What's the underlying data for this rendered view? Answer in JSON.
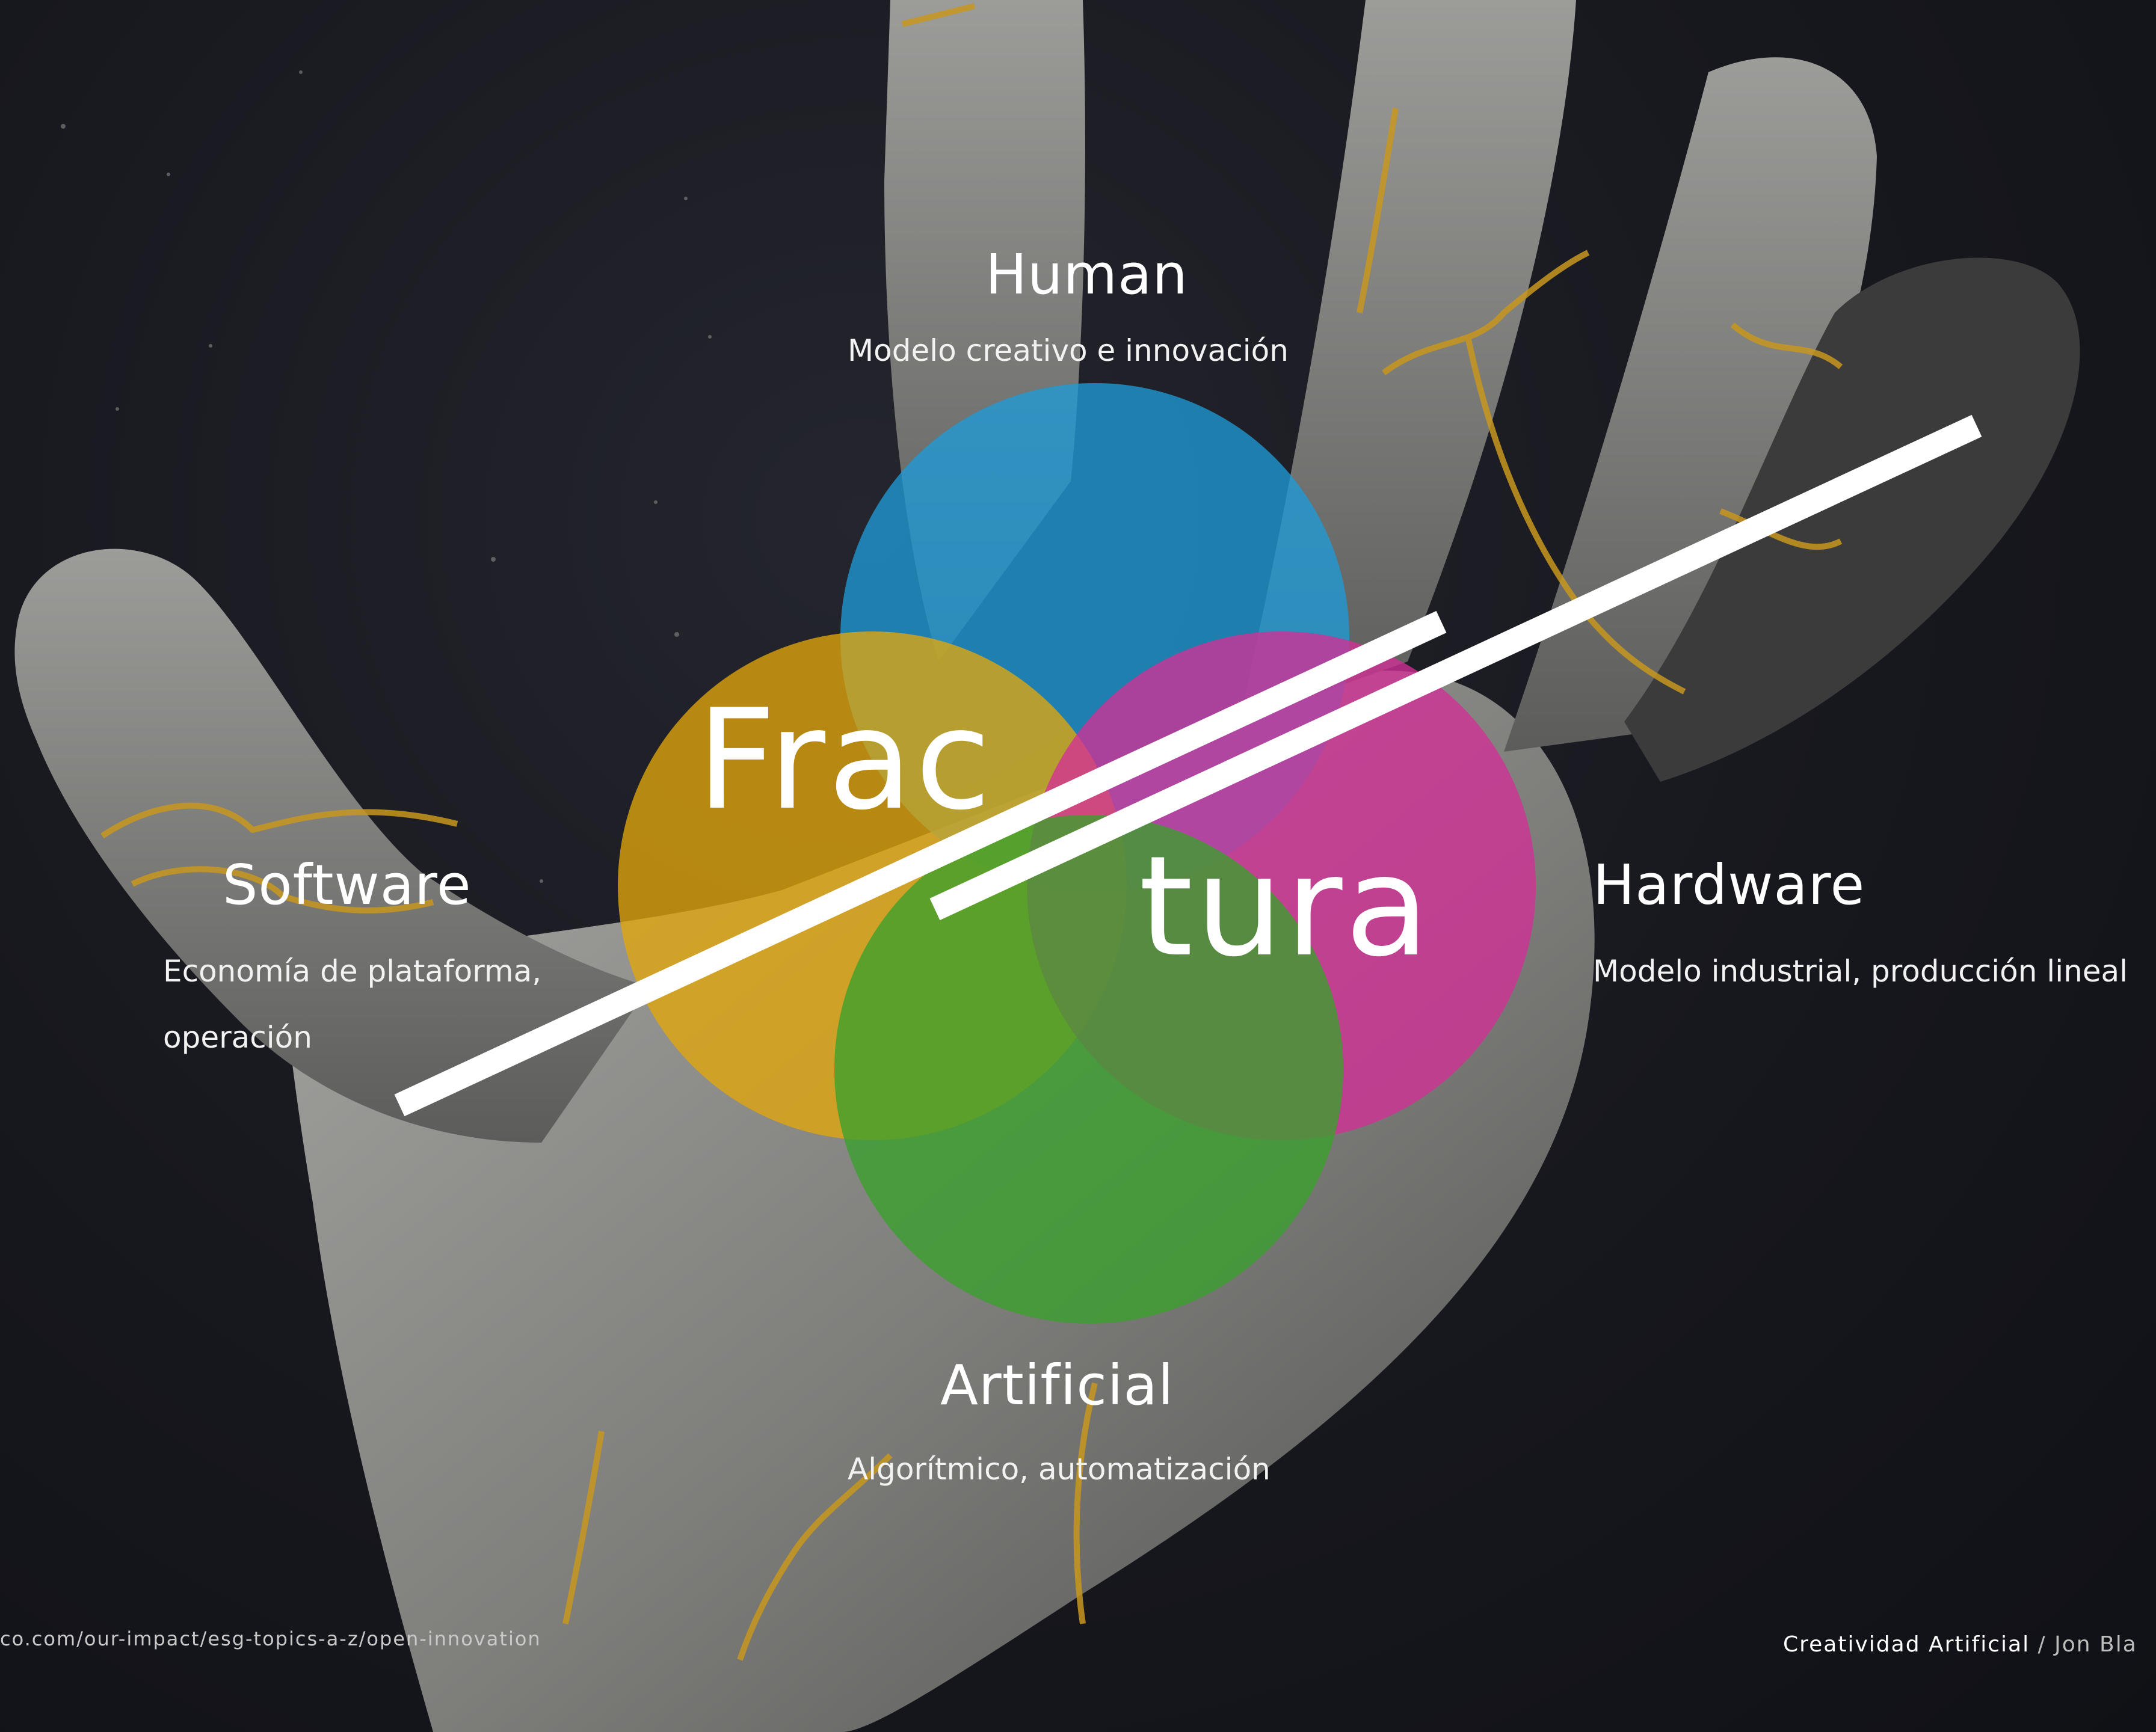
{
  "title": {
    "part1": "Frac",
    "part2": "tura"
  },
  "quadrants": {
    "human": {
      "heading": "Human",
      "description": "Modelo creativo e innovación",
      "color": "#1f9ad6"
    },
    "software": {
      "heading": "Software",
      "description_lines": [
        "Economía de plataforma,",
        "operación"
      ],
      "color": "#e2a70c"
    },
    "hardware": {
      "heading": "Hardware",
      "description": "Modelo industrial, producción lineal",
      "color": "#d22f96"
    },
    "artificial": {
      "heading": "Artificial",
      "description": "Algorítmico, automatización",
      "color": "#3aa02c"
    }
  },
  "footer": {
    "source_url": "co.com/our-impact/esg-topics-a-z/open-innovation",
    "credit_title": "Creatividad Artificial",
    "credit_separator": "/",
    "credit_author": "Jon Bla"
  }
}
